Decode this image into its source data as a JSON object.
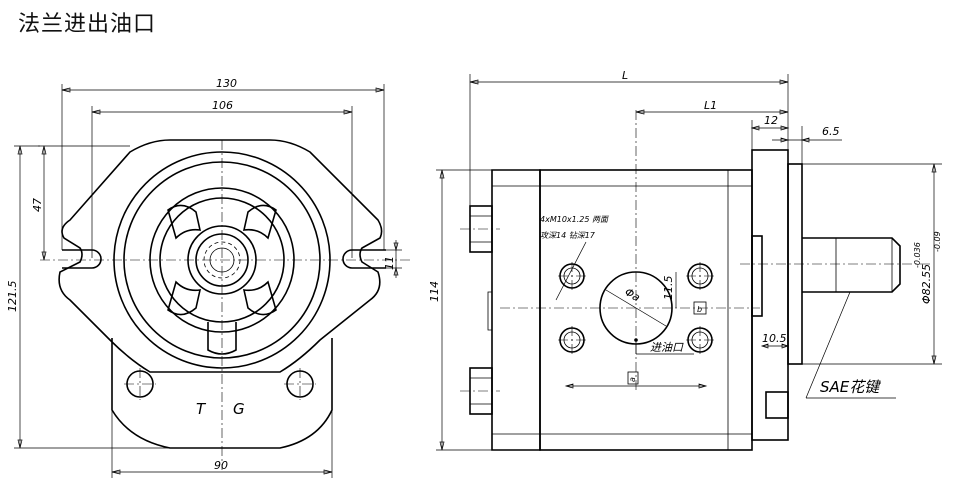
{
  "title": "法兰进出油口",
  "front_view": {
    "dim_overall_width": "130",
    "dim_hole_spacing": "106",
    "dim_height_47": "47",
    "dim_overall_height": "121.5",
    "dim_slot": "11",
    "dim_base_width": "90",
    "label_t": "T",
    "label_g": "G"
  },
  "side_view": {
    "dim_length": "L",
    "dim_l1": "L1",
    "dim_12": "12",
    "dim_6_5": "6.5",
    "dim_height": "114",
    "dim_shaft_dia": "Φ82.55",
    "dim_shaft_tol_upper": "-0.036",
    "dim_shaft_tol_lower": "-0.09",
    "dim_10_5": "10.5",
    "dim_11_5": "11.5",
    "dim_port_dia": "Φa",
    "dim_a": "a",
    "dim_b": "b",
    "note_thread": "4xM10x1.25 两面",
    "note_depth": "攻深14 钻深17",
    "label_inlet": "进油口",
    "label_spline": "SAE花键"
  }
}
